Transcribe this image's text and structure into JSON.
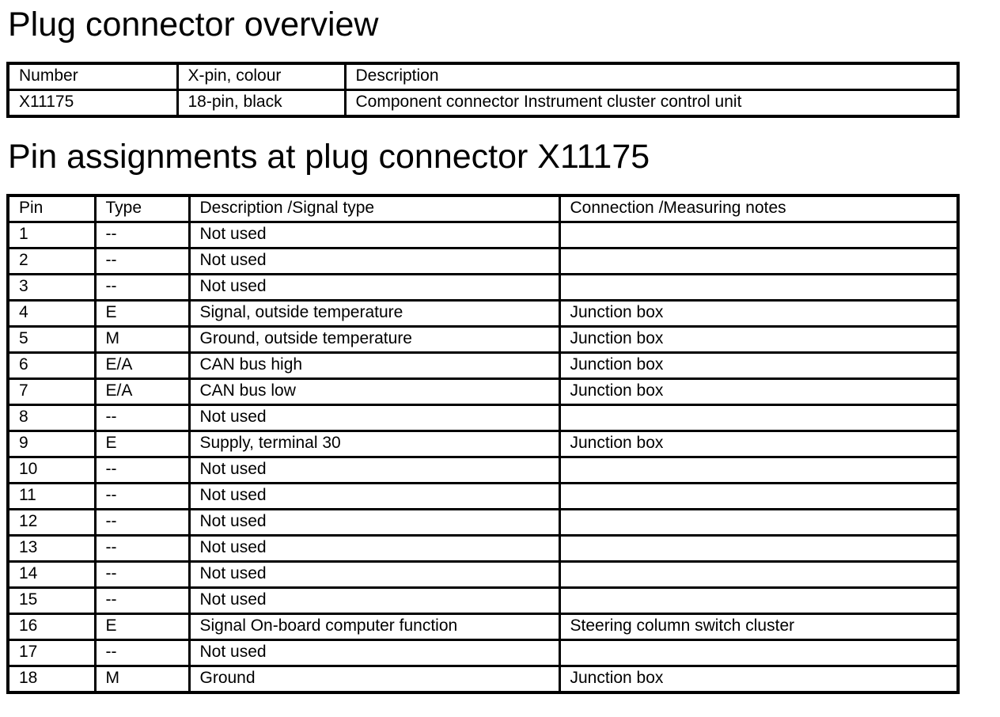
{
  "overview_section": {
    "title": "Plug connector overview",
    "table": {
      "headers": [
        "Number",
        "X-pin, colour",
        "Description"
      ],
      "row": [
        "X11175",
        "18-pin, black",
        "Component connector Instrument cluster control unit"
      ]
    }
  },
  "pin_section": {
    "title": "Pin assignments at plug connector X11175",
    "table": {
      "headers": [
        "Pin",
        "Type",
        "Description /Signal type",
        "Connection /Measuring notes"
      ],
      "rows": [
        [
          "1",
          "--",
          "Not used",
          ""
        ],
        [
          "2",
          "--",
          "Not used",
          ""
        ],
        [
          "3",
          "--",
          "Not used",
          ""
        ],
        [
          "4",
          "E",
          "Signal, outside temperature",
          "Junction box"
        ],
        [
          "5",
          "M",
          "Ground, outside temperature",
          "Junction box"
        ],
        [
          "6",
          "E/A",
          "CAN bus high",
          "Junction box"
        ],
        [
          "7",
          "E/A",
          "CAN bus low",
          "Junction box"
        ],
        [
          "8",
          "--",
          "Not used",
          ""
        ],
        [
          "9",
          "E",
          "Supply, terminal 30",
          "Junction box"
        ],
        [
          "10",
          "--",
          "Not used",
          ""
        ],
        [
          "11",
          "--",
          "Not used",
          ""
        ],
        [
          "12",
          "--",
          "Not used",
          ""
        ],
        [
          "13",
          "--",
          "Not used",
          ""
        ],
        [
          "14",
          "--",
          "Not used",
          ""
        ],
        [
          "15",
          "--",
          "Not used",
          ""
        ],
        [
          "16",
          "E",
          "Signal On-board computer function",
          "Steering column switch cluster"
        ],
        [
          "17",
          "--",
          "Not used",
          ""
        ],
        [
          "18",
          "M",
          "Ground",
          "Junction box"
        ]
      ]
    }
  },
  "colors": {
    "text": "#000000",
    "background": "#ffffff",
    "border": "#000000"
  }
}
